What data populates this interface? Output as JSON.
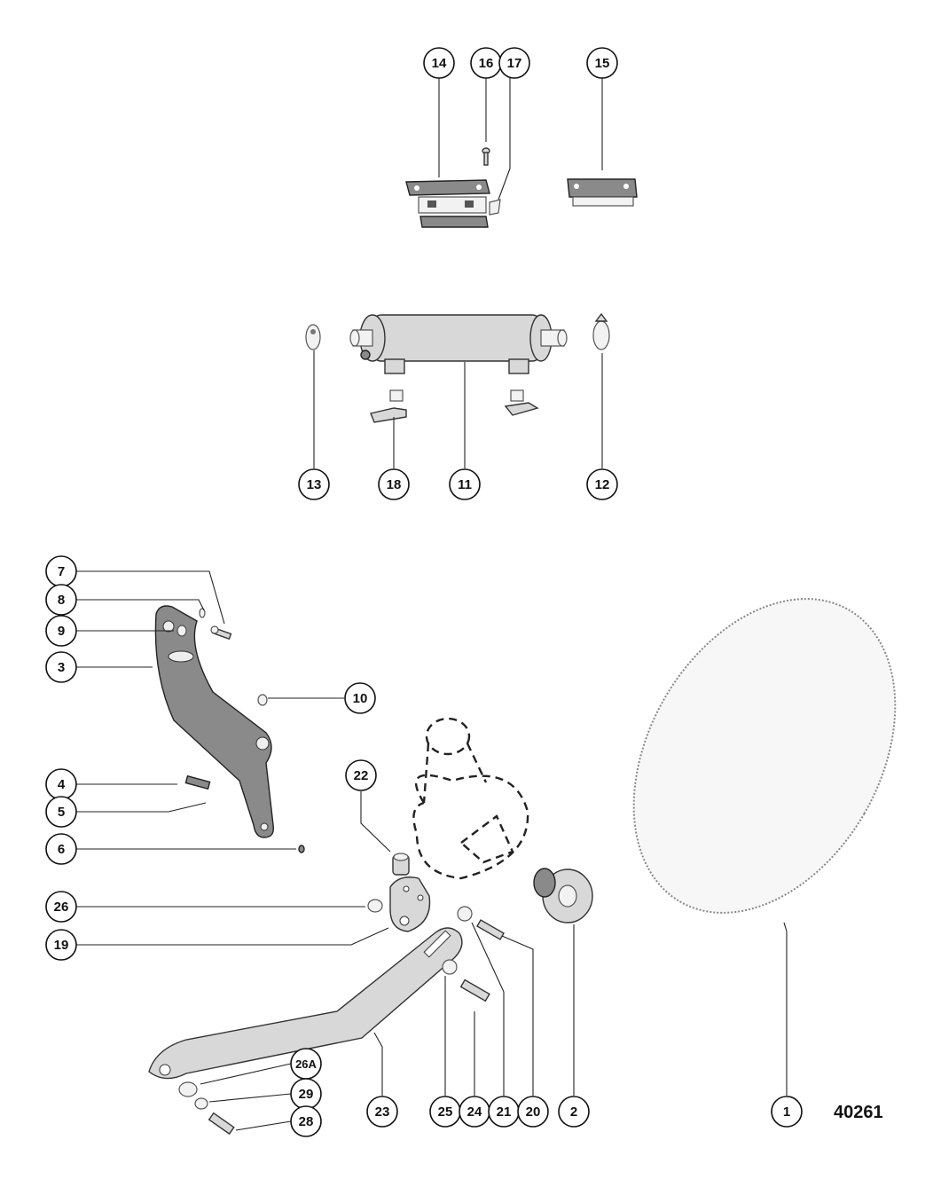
{
  "figure_number": "40261",
  "callouts": {
    "c1": "1",
    "c2": "2",
    "c3": "3",
    "c4": "4",
    "c5": "5",
    "c6": "6",
    "c7": "7",
    "c8": "8",
    "c9": "9",
    "c10": "10",
    "c11": "11",
    "c12": "12",
    "c13": "13",
    "c14": "14",
    "c15": "15",
    "c16": "16",
    "c17": "17",
    "c18": "18",
    "c19": "19",
    "c20": "20",
    "c21": "21",
    "c22": "22",
    "c23": "23",
    "c24": "24",
    "c25": "25",
    "c26": "26",
    "c26A": "26A",
    "c28": "28",
    "c29": "29"
  }
}
